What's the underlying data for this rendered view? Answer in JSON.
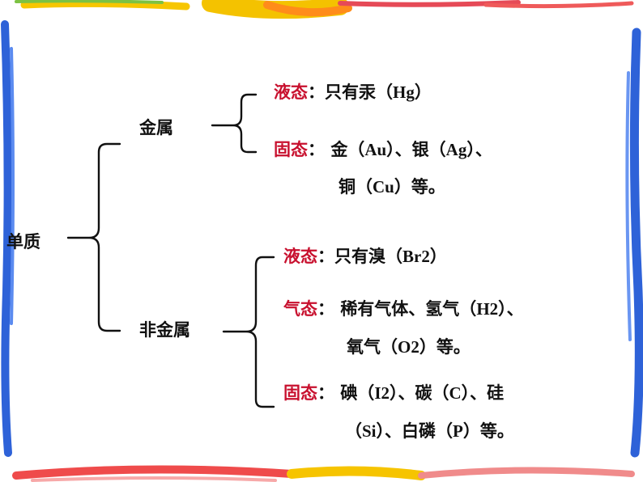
{
  "tree": {
    "root": "单质",
    "metal": {
      "label": "金属",
      "liquid": {
        "state": "液态",
        "sep": "：",
        "desc": "只有汞（",
        "formula": "Hg",
        "end": "）"
      },
      "solid": {
        "state": "固态",
        "sep": "：",
        "line1": [
          {
            "text": "金（"
          },
          {
            "text": "Au",
            "formula": true
          },
          {
            "text": "）、银（"
          },
          {
            "text": "Ag",
            "formula": true
          },
          {
            "text": "）、"
          }
        ],
        "line2": [
          {
            "text": "铜（"
          },
          {
            "text": "Cu",
            "formula": true
          },
          {
            "text": "）等。"
          }
        ]
      }
    },
    "nonmetal": {
      "label": "非金属",
      "liquid": {
        "state": "液态",
        "sep": "：",
        "desc": "只有溴（",
        "formula": "Br2",
        "end": "）"
      },
      "gas": {
        "state": "气态",
        "sep": "：",
        "line1": [
          {
            "text": "稀有气体、氢气（"
          },
          {
            "text": "H2",
            "formula": true
          },
          {
            "text": "）、"
          }
        ],
        "line2": [
          {
            "text": "氧气（"
          },
          {
            "text": "O2",
            "formula": true
          },
          {
            "text": "）等。"
          }
        ]
      },
      "solid": {
        "state": "固态",
        "sep": "：",
        "line1": [
          {
            "text": "碘（"
          },
          {
            "text": "I2",
            "formula": true
          },
          {
            "text": "）、碳（"
          },
          {
            "text": "C",
            "formula": true
          },
          {
            "text": "）、硅"
          }
        ],
        "line2": [
          {
            "text": "（"
          },
          {
            "text": "Si",
            "formula": true
          },
          {
            "text": "）、白磷（"
          },
          {
            "text": "P",
            "formula": true
          },
          {
            "text": "）等。"
          }
        ]
      }
    }
  },
  "colors": {
    "state_label": "#c8102e",
    "text": "#111111",
    "brace": "#111111"
  }
}
